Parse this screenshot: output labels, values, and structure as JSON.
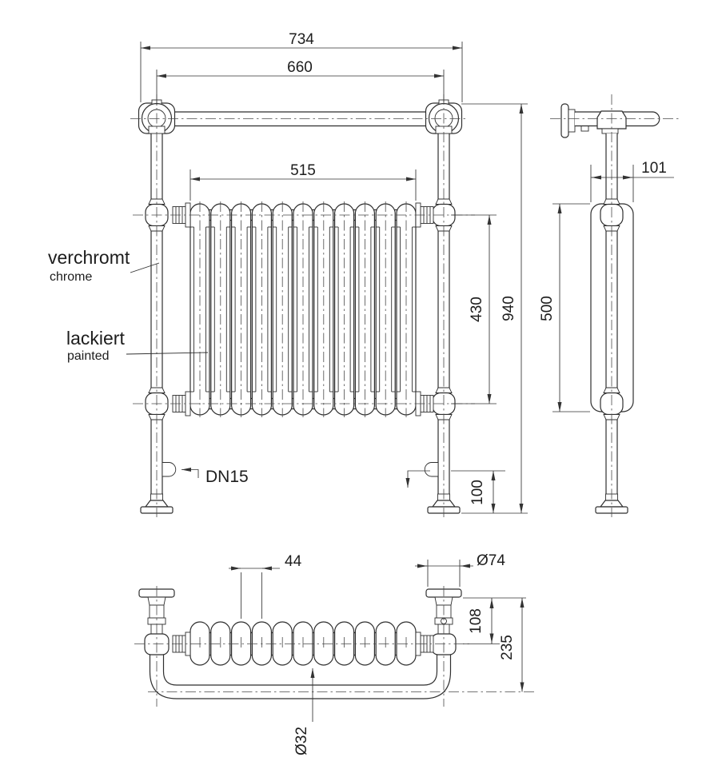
{
  "drawing": {
    "subject": "towel-rail radiator technical drawing, three orthographic views",
    "background_color": "#ffffff",
    "line_color": "#2f2f2f"
  },
  "annotations": {
    "chrome_de": "verchromt",
    "chrome_en": "chrome",
    "painted_de": "lackiert",
    "painted_en": "painted",
    "connection": "DN15"
  },
  "dimensions": {
    "front": {
      "overall_width": "734",
      "rail_center_width": "660",
      "radiator_width": "515",
      "radiator_height": "430",
      "overall_height": "940",
      "valve_height": "100"
    },
    "side": {
      "depth": "101",
      "column_height": "500"
    },
    "plan": {
      "column_pitch": "44",
      "flange_diameter": "Ø74",
      "wall_to_pipe": "108",
      "overall_depth": "235",
      "tube_diameter": "Ø32"
    }
  }
}
